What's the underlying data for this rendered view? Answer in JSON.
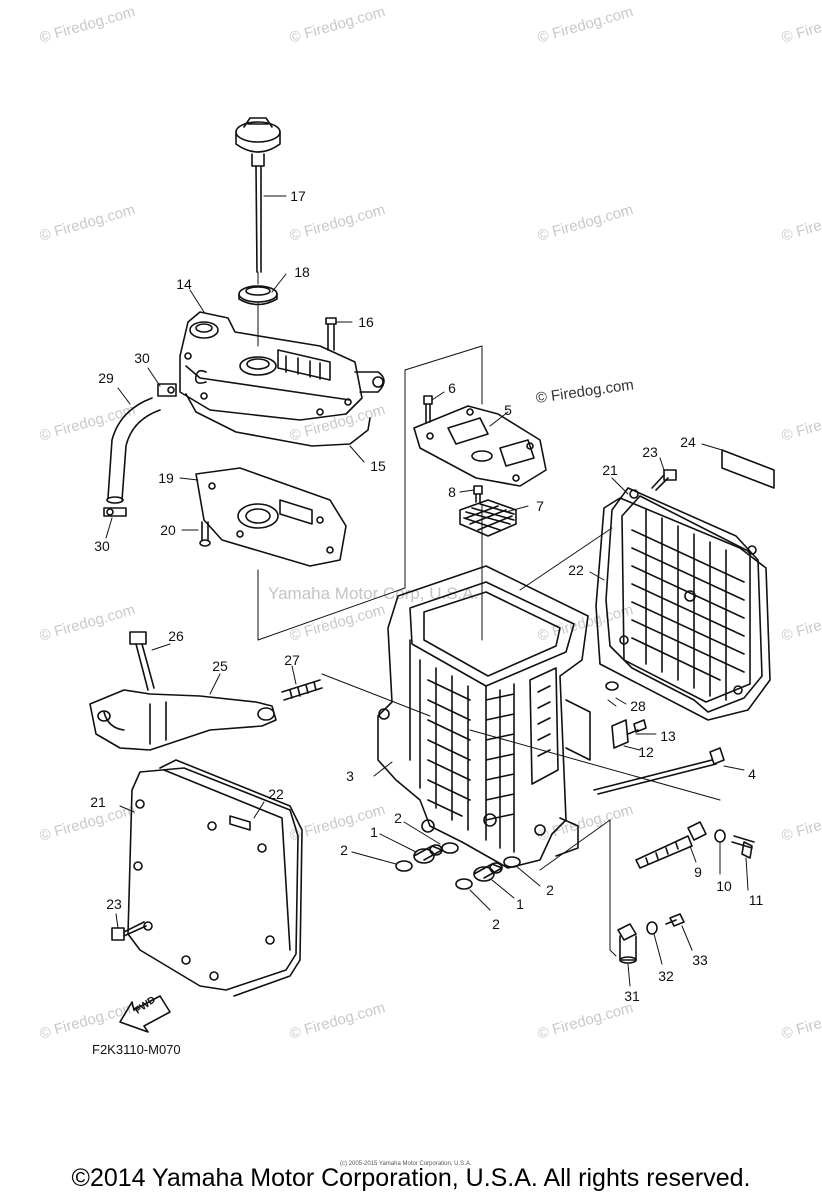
{
  "watermark": "© Firedog.com",
  "center_watermark": "Yamaha Motor Corp, U.S.A.",
  "brand_note": "© Firedog.com",
  "drawing_code": "F2K3110-M070",
  "fwd_label": "FWD",
  "tiny_copyright": "(c) 2005-2015 Yamaha Motor Corporation, U.S.A.",
  "footer": "©2014 Yamaha Motor Corporation, U.S.A. All rights reserved.",
  "callouts": {
    "c17": "17",
    "c18": "18",
    "c14": "14",
    "c16": "16",
    "c30a": "30",
    "c29": "29",
    "c6": "6",
    "c5": "5",
    "c15": "15",
    "c19": "19",
    "c20": "20",
    "c30b": "30",
    "c8": "8",
    "c7": "7",
    "c23a": "23",
    "c24": "24",
    "c21a": "21",
    "c22a": "22",
    "c26": "26",
    "c25": "25",
    "c27": "27",
    "c28": "28",
    "c13": "13",
    "c12": "12",
    "c3": "3",
    "c4": "4",
    "c21b": "21",
    "c22b": "22",
    "c2a": "2",
    "c1a": "1",
    "c2b": "2",
    "c2c": "2",
    "c1b": "1",
    "c2d": "2",
    "c9": "9",
    "c10": "10",
    "c11": "11",
    "c23b": "23",
    "c31": "31",
    "c32": "32",
    "c33": "33"
  }
}
